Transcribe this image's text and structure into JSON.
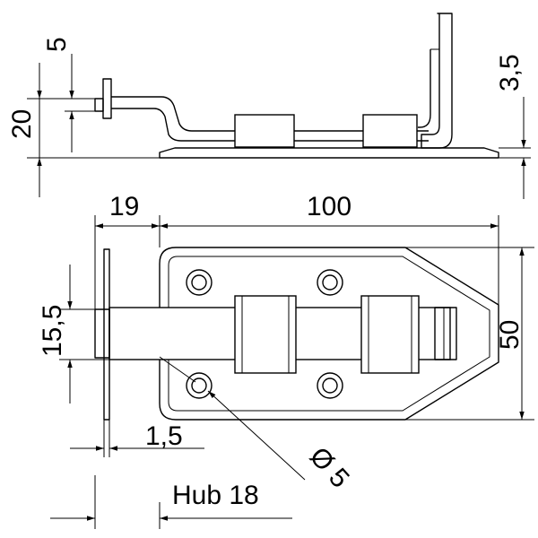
{
  "dimensions": {
    "top_height_total": "20",
    "top_pin_offset": "5",
    "top_plate_thickness": "3,5",
    "width_bolt": "19",
    "length_plate": "100",
    "bolt_diameter": "15,5",
    "plate_height": "50",
    "bracket_thickness": "1,5",
    "hole_diameter": "Ø 5",
    "stroke": "Hub 18"
  }
}
